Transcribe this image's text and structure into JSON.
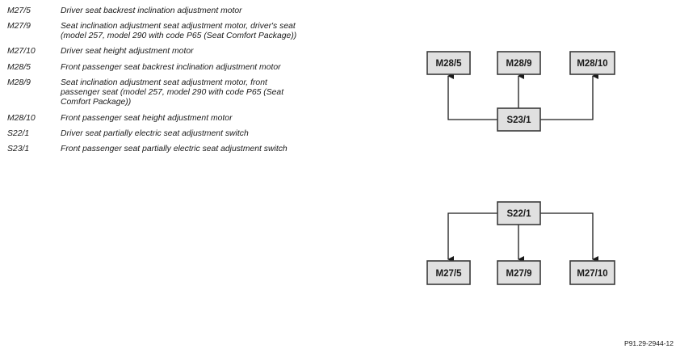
{
  "legend": [
    {
      "code": "M27/5",
      "desc": "Driver seat backrest inclination adjustment motor"
    },
    {
      "code": "M27/9",
      "desc": "Seat inclination adjustment seat adjustment motor, driver's seat\n(model 257, model 290 with code P65 (Seat Comfort Package))"
    },
    {
      "code": "M27/10",
      "desc": "Driver seat height adjustment motor"
    },
    {
      "code": "M28/5",
      "desc": "Front passenger seat backrest inclination adjustment motor"
    },
    {
      "code": "M28/9",
      "desc": "Seat inclination adjustment seat adjustment motor, front\npassenger seat (model 257, model 290 with code P65 (Seat\nComfort Package))"
    },
    {
      "code": "M28/10",
      "desc": "Front passenger seat height adjustment motor"
    },
    {
      "code": "S22/1",
      "desc": "Driver seat partially electric seat adjustment switch"
    },
    {
      "code": "S23/1",
      "desc": "Front passenger seat partially electric seat adjustment switch"
    }
  ],
  "diagram_top": {
    "switch": "S23/1",
    "motors": [
      "M28/5",
      "M28/9",
      "M28/10"
    ]
  },
  "diagram_bottom": {
    "switch": "S22/1",
    "motors": [
      "M27/5",
      "M27/9",
      "M27/10"
    ]
  },
  "figure_id": "P91.29-2944-12"
}
